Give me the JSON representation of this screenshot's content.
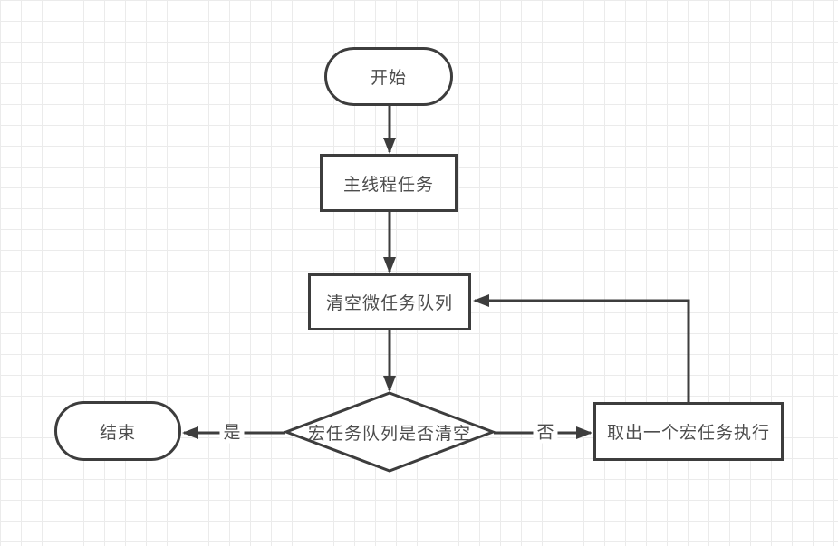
{
  "canvas": {
    "background_color": "#ffffff",
    "grid_line_color": "#ebebeb",
    "stroke_color": "#3d3d3d",
    "text_color": "#4d4d4d"
  },
  "flowchart": {
    "nodes": [
      {
        "id": "start",
        "type": "terminator",
        "label": "开始"
      },
      {
        "id": "main-thread-task",
        "type": "process",
        "label": "主线程任务"
      },
      {
        "id": "clear-microtask-queue",
        "type": "process",
        "label": "清空微任务队列"
      },
      {
        "id": "macrotask-queue-empty",
        "type": "decision",
        "label": "宏任务队列是否清空"
      },
      {
        "id": "end",
        "type": "terminator",
        "label": "结束"
      },
      {
        "id": "execute-macrotask",
        "type": "process",
        "label": "取出一个宏任务执行"
      }
    ],
    "edges": [
      {
        "from": "start",
        "to": "main-thread-task",
        "label": ""
      },
      {
        "from": "main-thread-task",
        "to": "clear-microtask-queue",
        "label": ""
      },
      {
        "from": "clear-microtask-queue",
        "to": "macrotask-queue-empty",
        "label": ""
      },
      {
        "from": "macrotask-queue-empty",
        "to": "end",
        "label": "是"
      },
      {
        "from": "macrotask-queue-empty",
        "to": "execute-macrotask",
        "label": "否"
      },
      {
        "from": "execute-macrotask",
        "to": "clear-microtask-queue",
        "label": ""
      }
    ]
  }
}
